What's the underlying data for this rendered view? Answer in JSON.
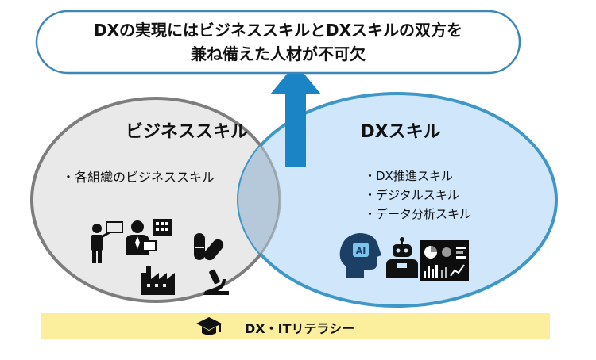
{
  "title": {
    "line1": "DXの実現にはビジネススキルとDXスキルの双方を",
    "line2": "兼ね備えた人材が不可欠"
  },
  "business_skill": {
    "title": "ビジネススキル",
    "items": [
      "・各組織のビジネススキル"
    ],
    "icons": [
      "presenter-icon",
      "businessman-icon",
      "building-icon",
      "pills-icon",
      "factory-icon",
      "microscope-icon"
    ]
  },
  "dx_skill": {
    "title": "DXスキル",
    "items": [
      "・DX推進スキル",
      "・デジタルスキル",
      "・データ分析スキル"
    ],
    "icons": [
      "ai-head-icon",
      "robot-icon",
      "dashboard-icon"
    ]
  },
  "literacy": {
    "label": "DX・ITリテラシー",
    "icon": "graduation-cap-icon"
  },
  "colors": {
    "left_fill": "#e9e9e9",
    "left_stroke": "#7d7d7d",
    "right_fill": "#cfe6fb",
    "right_stroke": "#3f97c8",
    "arrow": "#1b84c4",
    "title_stroke": "#3c86b8",
    "literacy_bar": "#fbef9e"
  }
}
